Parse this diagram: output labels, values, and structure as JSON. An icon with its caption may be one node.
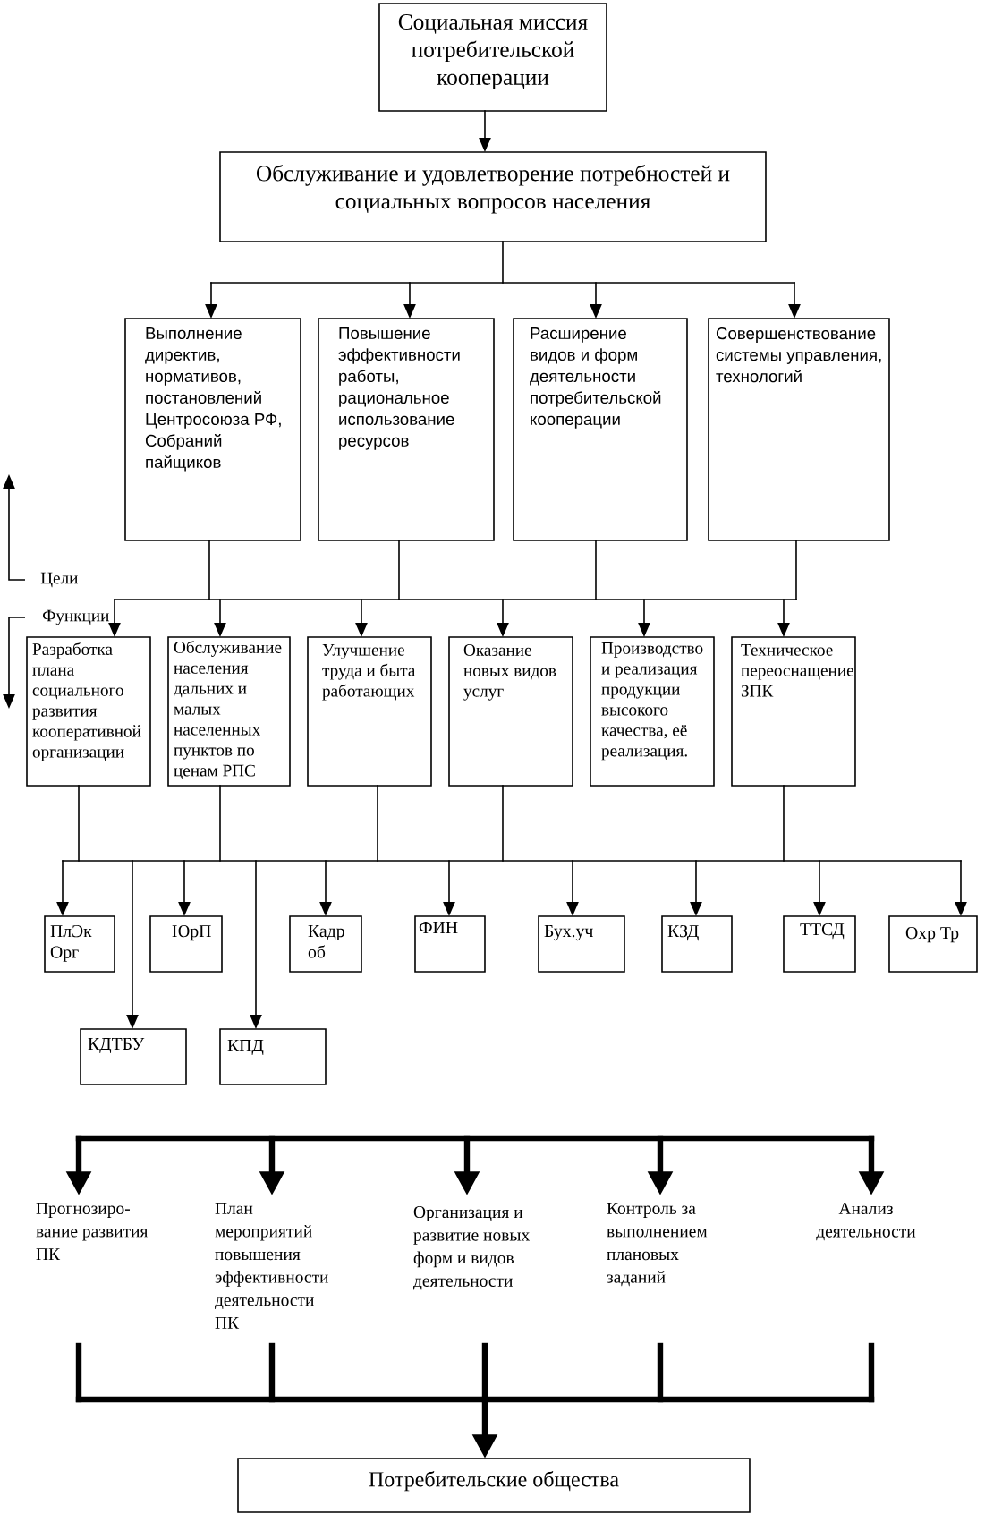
{
  "diagram": {
    "nodes": [
      {
        "text": [
          "Социальная миссия потребительской кооперации"
        ]
      },
      {
        "text": [
          "Обслуживание и удовлетворение потребностей и социальных вопросов населения"
        ]
      },
      {
        "text": [
          "Выполнение директив, нормативов, постановлений Центросоюза РФ, Собраний пайщиков"
        ]
      },
      {
        "text": [
          "Повышение эффективности работы, рациональное использование ресурсов"
        ]
      },
      {
        "text": [
          "Расширение видов и форм деятельности потребительской кооперации"
        ]
      },
      {
        "text": [
          "Совершенствование системы управления, технологий"
        ]
      },
      {
        "text": [
          "Разработка плана социального развития кооперативной организации"
        ]
      },
      {
        "text": [
          "Обслуживание населения дальних и малых населенных пунктов по ценам РПС"
        ]
      },
      {
        "text": [
          "Улучшение труда и быта работающих"
        ]
      },
      {
        "text": [
          "Оказание новых видов услуг"
        ]
      },
      {
        "text": [
          "Производство и реализация продукции высокого качества, её реализация."
        ]
      },
      {
        "text": [
          "Техническое переоснащение ЗПК"
        ]
      },
      {
        "text": [
          "ПлЭк Орг"
        ]
      },
      {
        "text": [
          "ЮрП"
        ]
      },
      {
        "text": [
          "Кадр об"
        ]
      },
      {
        "text": [
          "ФИН"
        ]
      },
      {
        "text": [
          "Бух.уч"
        ]
      },
      {
        "text": [
          "КЗД"
        ]
      },
      {
        "text": [
          "ТТСД"
        ]
      },
      {
        "text": [
          "Охр Тр"
        ]
      },
      {
        "text": [
          "КДТБУ"
        ]
      },
      {
        "text": [
          "КПД"
        ]
      },
      {
        "text": [
          "Прогнозиро- вание развития ПК"
        ]
      },
      {
        "text": [
          "План мероприятий повышения эффективности деятельности ПК"
        ]
      },
      {
        "text": [
          "Организация и развитие новых форм и видов деятельности"
        ]
      },
      {
        "text": [
          "Контроль за выполнением плановых заданий"
        ]
      },
      {
        "text": [
          "Анализ деятельности"
        ]
      },
      {
        "text": [
          "Потребительские общества"
        ]
      }
    ],
    "edges": [
      {
        "from": 0,
        "to": 1,
        "arrow": "to"
      },
      {
        "from": 1,
        "to": 2,
        "arrow": "to"
      },
      {
        "from": 1,
        "to": 3,
        "arrow": "to"
      },
      {
        "from": 1,
        "to": 4,
        "arrow": "to"
      },
      {
        "from": 1,
        "to": 5,
        "arrow": "to"
      },
      {
        "from": 2,
        "to": 6,
        "arrow": "to"
      },
      {
        "from": 2,
        "to": 7,
        "arrow": "to"
      },
      {
        "from": 2,
        "to": 8,
        "arrow": "to"
      },
      {
        "from": 2,
        "to": 9,
        "arrow": "to"
      },
      {
        "from": 2,
        "to": 10,
        "arrow": "to"
      },
      {
        "from": 2,
        "to": 11,
        "arrow": "to"
      },
      {
        "from": 3,
        "to": 6,
        "arrow": "to"
      },
      {
        "from": 3,
        "to": 7,
        "arrow": "to"
      },
      {
        "from": 3,
        "to": 8,
        "arrow": "to"
      },
      {
        "from": 3,
        "to": 9,
        "arrow": "to"
      },
      {
        "from": 3,
        "to": 10,
        "arrow": "to"
      },
      {
        "from": 3,
        "to": 11,
        "arrow": "to"
      },
      {
        "from": 4,
        "to": 6,
        "arrow": "to"
      },
      {
        "from": 4,
        "to": 7,
        "arrow": "to"
      },
      {
        "from": 4,
        "to": 8,
        "arrow": "to"
      },
      {
        "from": 4,
        "to": 9,
        "arrow": "to"
      },
      {
        "from": 4,
        "to": 10,
        "arrow": "to"
      },
      {
        "from": 4,
        "to": 11,
        "arrow": "to"
      },
      {
        "from": 5,
        "to": 6,
        "arrow": "to"
      },
      {
        "from": 5,
        "to": 7,
        "arrow": "to"
      },
      {
        "from": 5,
        "to": 8,
        "arrow": "to"
      },
      {
        "from": 5,
        "to": 9,
        "arrow": "to"
      },
      {
        "from": 5,
        "to": 10,
        "arrow": "to"
      },
      {
        "from": 5,
        "to": 11,
        "arrow": "to"
      },
      {
        "from": 6,
        "to": 12,
        "arrow": "to"
      },
      {
        "from": 6,
        "to": 13,
        "arrow": "to"
      },
      {
        "from": 6,
        "to": 14,
        "arrow": "to"
      },
      {
        "from": 6,
        "to": 15,
        "arrow": "to"
      },
      {
        "from": 6,
        "to": 16,
        "arrow": "to"
      },
      {
        "from": 6,
        "to": 17,
        "arrow": "to"
      },
      {
        "from": 6,
        "to": 18,
        "arrow": "to"
      },
      {
        "from": 6,
        "to": 19,
        "arrow": "to"
      },
      {
        "from": 6,
        "to": 20,
        "arrow": "to"
      },
      {
        "from": 6,
        "to": 21,
        "arrow": "to"
      },
      {
        "from": 7,
        "to": 12,
        "arrow": "to"
      },
      {
        "from": 7,
        "to": 13,
        "arrow": "to"
      },
      {
        "from": 7,
        "to": 14,
        "arrow": "to"
      },
      {
        "from": 7,
        "to": 15,
        "arrow": "to"
      },
      {
        "from": 7,
        "to": 16,
        "arrow": "to"
      },
      {
        "from": 7,
        "to": 17,
        "arrow": "to"
      },
      {
        "from": 7,
        "to": 18,
        "arrow": "to"
      },
      {
        "from": 7,
        "to": 19,
        "arrow": "to"
      },
      {
        "from": 7,
        "to": 20,
        "arrow": "to"
      },
      {
        "from": 7,
        "to": 21,
        "arrow": "to"
      },
      {
        "from": 8,
        "to": 12,
        "arrow": "to"
      },
      {
        "from": 8,
        "to": 13,
        "arrow": "to"
      },
      {
        "from": 8,
        "to": 14,
        "arrow": "to"
      },
      {
        "from": 8,
        "to": 15,
        "arrow": "to"
      },
      {
        "from": 8,
        "to": 16,
        "arrow": "to"
      },
      {
        "from": 8,
        "to": 17,
        "arrow": "to"
      },
      {
        "from": 8,
        "to": 18,
        "arrow": "to"
      },
      {
        "from": 8,
        "to": 19,
        "arrow": "to"
      },
      {
        "from": 8,
        "to": 20,
        "arrow": "to"
      },
      {
        "from": 8,
        "to": 21,
        "arrow": "to"
      },
      {
        "from": 9,
        "to": 12,
        "arrow": "to"
      },
      {
        "from": 9,
        "to": 13,
        "arrow": "to"
      },
      {
        "from": 9,
        "to": 14,
        "arrow": "to"
      },
      {
        "from": 9,
        "to": 15,
        "arrow": "to"
      },
      {
        "from": 9,
        "to": 16,
        "arrow": "to"
      },
      {
        "from": 9,
        "to": 17,
        "arrow": "to"
      },
      {
        "from": 9,
        "to": 18,
        "arrow": "to"
      },
      {
        "from": 9,
        "to": 19,
        "arrow": "to"
      },
      {
        "from": 9,
        "to": 20,
        "arrow": "to"
      },
      {
        "from": 9,
        "to": 21,
        "arrow": "to"
      },
      {
        "from": 11,
        "to": 12,
        "arrow": "to"
      },
      {
        "from": 11,
        "to": 13,
        "arrow": "to"
      },
      {
        "from": 11,
        "to": 14,
        "arrow": "to"
      },
      {
        "from": 11,
        "to": 15,
        "arrow": "to"
      },
      {
        "from": 11,
        "to": 16,
        "arrow": "to"
      },
      {
        "from": 11,
        "to": 17,
        "arrow": "to"
      },
      {
        "from": 11,
        "to": 18,
        "arrow": "to"
      },
      {
        "from": 11,
        "to": 19,
        "arrow": "to"
      },
      {
        "from": 11,
        "to": 20,
        "arrow": "to"
      },
      {
        "from": 11,
        "to": 21,
        "arrow": "to"
      },
      {
        "from": null,
        "to": 22,
        "arrow": "to",
        "style": "thick"
      },
      {
        "from": null,
        "to": 23,
        "arrow": "to",
        "style": "thick"
      },
      {
        "from": null,
        "to": 24,
        "arrow": "to",
        "style": "thick"
      },
      {
        "from": null,
        "to": 25,
        "arrow": "to",
        "style": "thick"
      },
      {
        "from": null,
        "to": 26,
        "arrow": "to",
        "style": "thick"
      },
      {
        "from": 22,
        "to": 27,
        "arrow": "to",
        "style": "thick"
      },
      {
        "from": 23,
        "to": 27,
        "arrow": "to",
        "style": "thick"
      },
      {
        "from": 24,
        "to": 27,
        "arrow": "to",
        "style": "thick"
      },
      {
        "from": 25,
        "to": 27,
        "arrow": "to",
        "style": "thick"
      },
      {
        "from": 26,
        "to": 27,
        "arrow": "to",
        "style": "thick"
      }
    ],
    "labels": [
      "Цели",
      "Функции"
    ]
  }
}
